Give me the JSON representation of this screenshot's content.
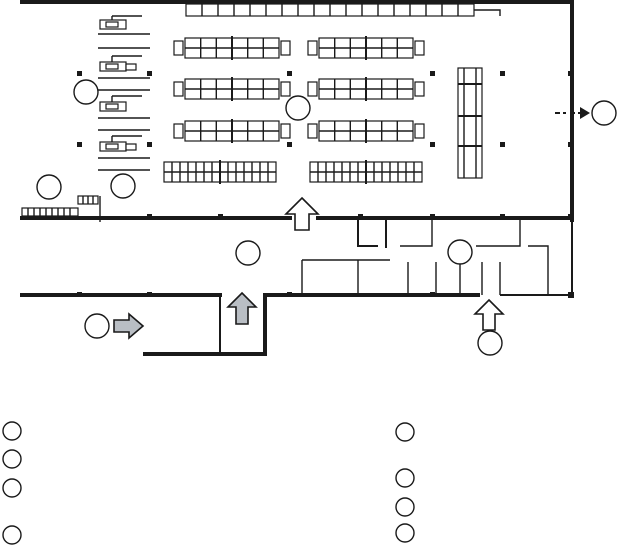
{
  "plan": {
    "markers": [
      {
        "id": "m-left-upper"
      },
      {
        "id": "m-center"
      },
      {
        "id": "m-right-exit"
      },
      {
        "id": "m-left-lower-a"
      },
      {
        "id": "m-left-lower-b"
      },
      {
        "id": "m-corridor"
      },
      {
        "id": "m-offices"
      },
      {
        "id": "m-entry-left"
      },
      {
        "id": "m-entry-bottom"
      }
    ],
    "arrows": [
      {
        "id": "arrow-up-main",
        "style": "outline",
        "direction": "up"
      },
      {
        "id": "arrow-up-corridor",
        "style": "grey",
        "direction": "up"
      },
      {
        "id": "arrow-right-entry",
        "style": "grey",
        "direction": "right"
      },
      {
        "id": "arrow-up-offices",
        "style": "outline",
        "direction": "up"
      },
      {
        "id": "arrow-right-exit",
        "style": "dashed",
        "direction": "right"
      }
    ]
  },
  "legend": {
    "left": [
      {
        "id": "legend-1"
      },
      {
        "id": "legend-2"
      },
      {
        "id": "legend-3"
      },
      {
        "id": "legend-4"
      }
    ],
    "right": [
      {
        "id": "legend-5"
      },
      {
        "id": "legend-6"
      },
      {
        "id": "legend-7"
      },
      {
        "id": "legend-8"
      }
    ]
  },
  "colors": {
    "line": "#1a1a1a",
    "arrow_fill": "#b9bec4",
    "background": "#ffffff"
  }
}
